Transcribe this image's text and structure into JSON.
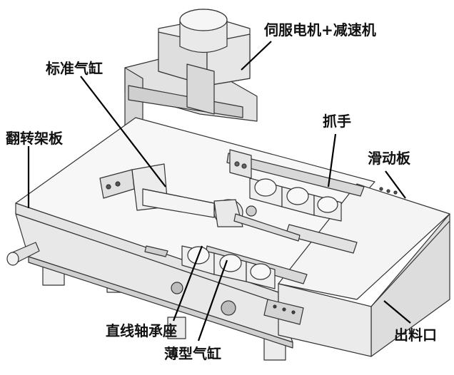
{
  "labels": {
    "servo": "伺服电机+减速机",
    "std_cylinder": "标准气缸",
    "flip_frame": "翻转架板",
    "gripper": "抓手",
    "slide_plate": "滑动板",
    "linear_bearing": "直线轴承座",
    "thin_cylinder": "薄型气缸",
    "outlet": "出料口"
  }
}
